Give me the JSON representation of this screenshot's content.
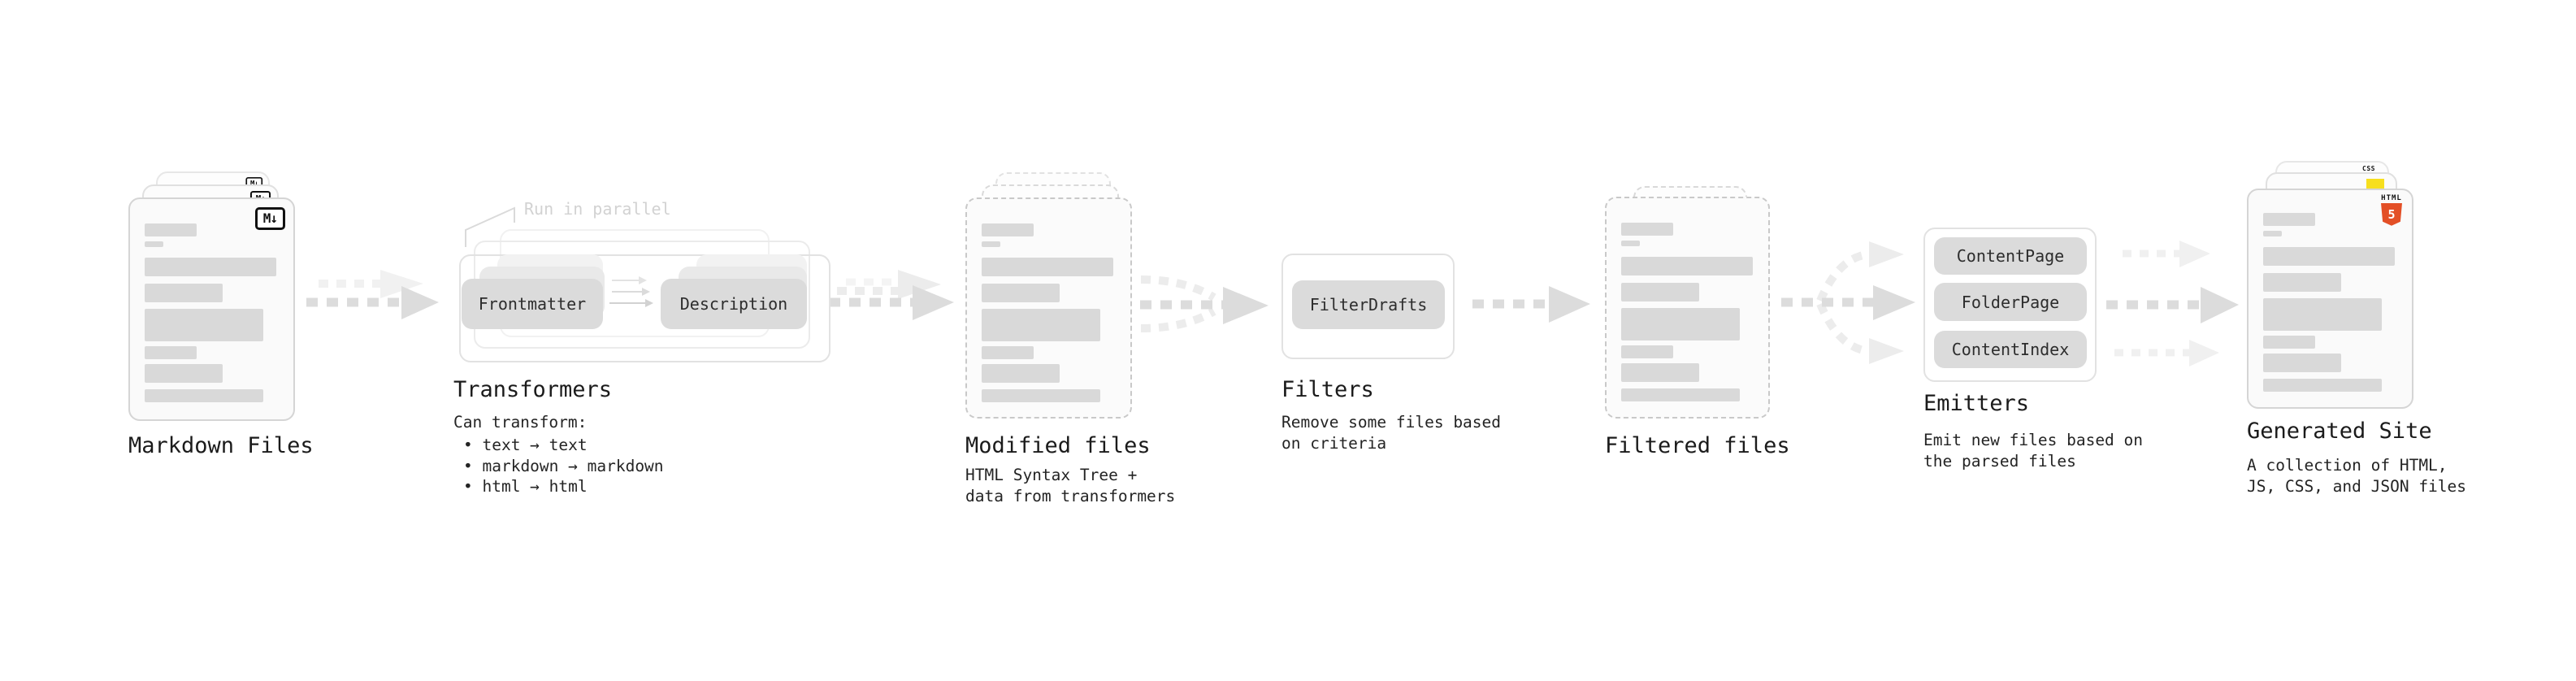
{
  "stages": {
    "markdown_files": {
      "label": "Markdown Files",
      "badge": "M↓"
    },
    "transformers": {
      "callout": "Run in parallel",
      "source_chip": "Frontmatter",
      "target_chip": "Description",
      "label": "Transformers",
      "description_heading": "Can transform:",
      "bullets": [
        "• text → text",
        "• markdown → markdown",
        "• html → html"
      ]
    },
    "modified_files": {
      "label": "Modified files",
      "description": [
        "HTML Syntax Tree +",
        "data from transformers"
      ]
    },
    "filters": {
      "chip": "FilterDrafts",
      "label": "Filters",
      "description": [
        "Remove some files based",
        "on criteria"
      ]
    },
    "filtered_files": {
      "label": "Filtered files"
    },
    "emitters": {
      "chips": [
        "ContentPage",
        "FolderPage",
        "ContentIndex"
      ],
      "label": "Emitters",
      "description": [
        "Emit new files based on",
        "the parsed files"
      ]
    },
    "generated_site": {
      "label": "Generated Site",
      "description": [
        "A collection of HTML,",
        "JS, CSS, and JSON files"
      ],
      "css_badge": "CSS",
      "html_badge": "HTML",
      "html5_number": "5"
    }
  },
  "colors": {
    "html5_orange": "#e34f26",
    "js_yellow": "#f7df1e",
    "css_blue": "#2f6bf2",
    "bar_gray": "#d9d9d9",
    "arrow_gray": "#d9d9d9",
    "arrow_ghost": "#ececec"
  }
}
